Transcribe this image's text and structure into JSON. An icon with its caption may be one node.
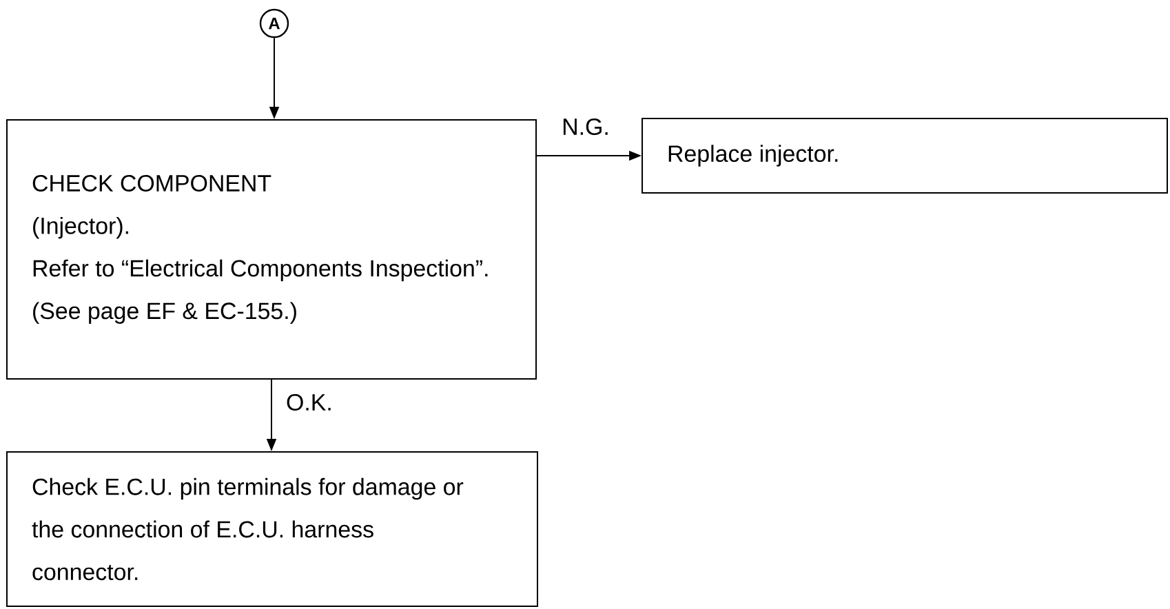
{
  "diagram": {
    "nodes": [
      {
        "text": [
          "A"
        ]
      },
      {
        "text": [
          "CHECK COMPONENT",
          "(Injector).",
          "Refer to “Electrical Components Inspection”.",
          "(See page EF & EC-155.)"
        ]
      },
      {
        "text": [
          "Replace injector."
        ]
      },
      {
        "text": [
          "Check E.C.U. pin terminals for damage or the connection of E.C.U. harness connector."
        ]
      }
    ],
    "edges": [
      {
        "from": 0,
        "to": 1,
        "arrow": "to"
      },
      {
        "from": 1,
        "to": 2,
        "arrow": "to",
        "label": "N.G."
      },
      {
        "from": 1,
        "to": 3,
        "arrow": "to",
        "label": "O.K."
      }
    ]
  }
}
